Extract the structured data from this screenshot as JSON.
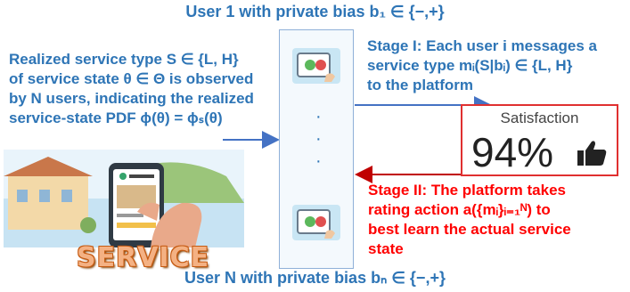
{
  "top_label": "User 1 with private bias b₁ ∈ {−,+}",
  "bottom_label": "User N with private bias bₙ ∈ {−,+}",
  "left_text": {
    "line1": "Realized service type S ∈ {L, H}",
    "line2": "of service state θ ∈ Θ is observed",
    "line3": "by N users, indicating the realized",
    "line4": "service-state PDF ϕ(θ) = ϕₛ(θ)"
  },
  "stage1": {
    "line1": "Stage I: Each user i messages a",
    "line2": "service type mᵢ(S|bᵢ) ∈ {L, H}",
    "line3": "to the platform"
  },
  "stage2": {
    "line1": "Stage II: The platform takes",
    "line2": "rating action a({mᵢ}ᵢ₌₁ᴺ) to",
    "line3": "best learn the actual service",
    "line4": "state"
  },
  "satisfaction": {
    "title": "Satisfaction",
    "value": "94%"
  },
  "service_label": "SERVICE",
  "icons": [
    "thumbs-up-icon",
    "tablet-thumbs-icon",
    "tripadvisor-phone-image"
  ],
  "colors": {
    "blue_text": "#2e75b6",
    "red_text": "#ff0000",
    "arrow_blue": "#4472c4",
    "arrow_red": "#c00000"
  }
}
